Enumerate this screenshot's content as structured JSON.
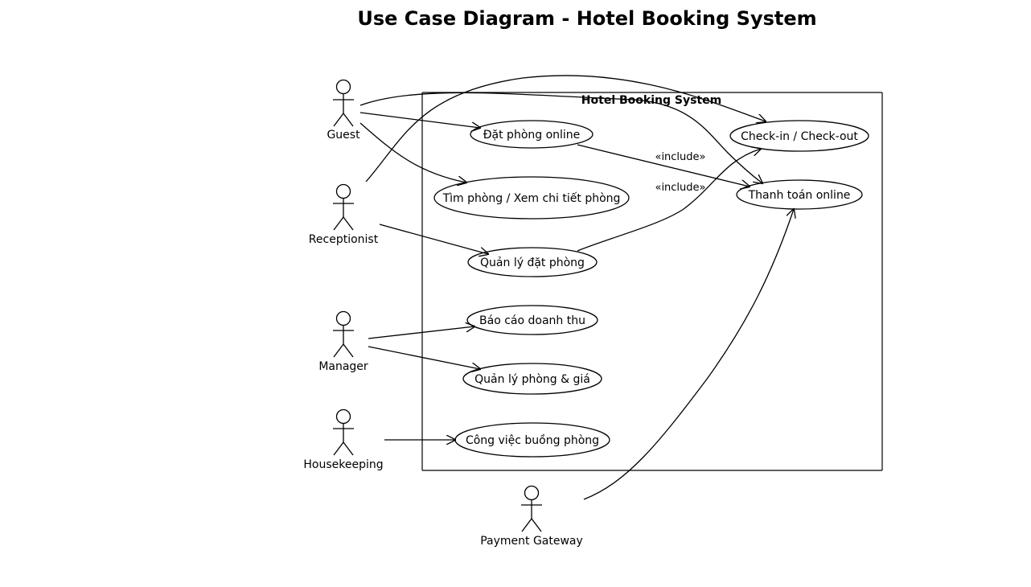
{
  "diagram": {
    "title": "Use Case Diagram - Hotel Booking System",
    "system_boundary_label": "Hotel Booking System"
  },
  "actors": {
    "guest": "Guest",
    "receptionist": "Receptionist",
    "manager": "Manager",
    "housekeeping": "Housekeeping",
    "payment_gateway": "Payment Gateway"
  },
  "use_cases": {
    "dat_phong_online": "Đặt phòng online",
    "tim_phong": "Tìm phòng / Xem chi tiết phòng",
    "quan_ly_dat_phong": "Quản lý đặt phòng",
    "bao_cao_doanh_thu": "Báo cáo doanh thu",
    "quan_ly_phong_gia": "Quản lý phòng & giá",
    "cong_viec_buong_phong": "Công việc buồng phòng",
    "check_in_out": "Check-in / Check-out",
    "thanh_toan_online": "Thanh toán online"
  },
  "relationships": {
    "include_label": "«include»"
  }
}
